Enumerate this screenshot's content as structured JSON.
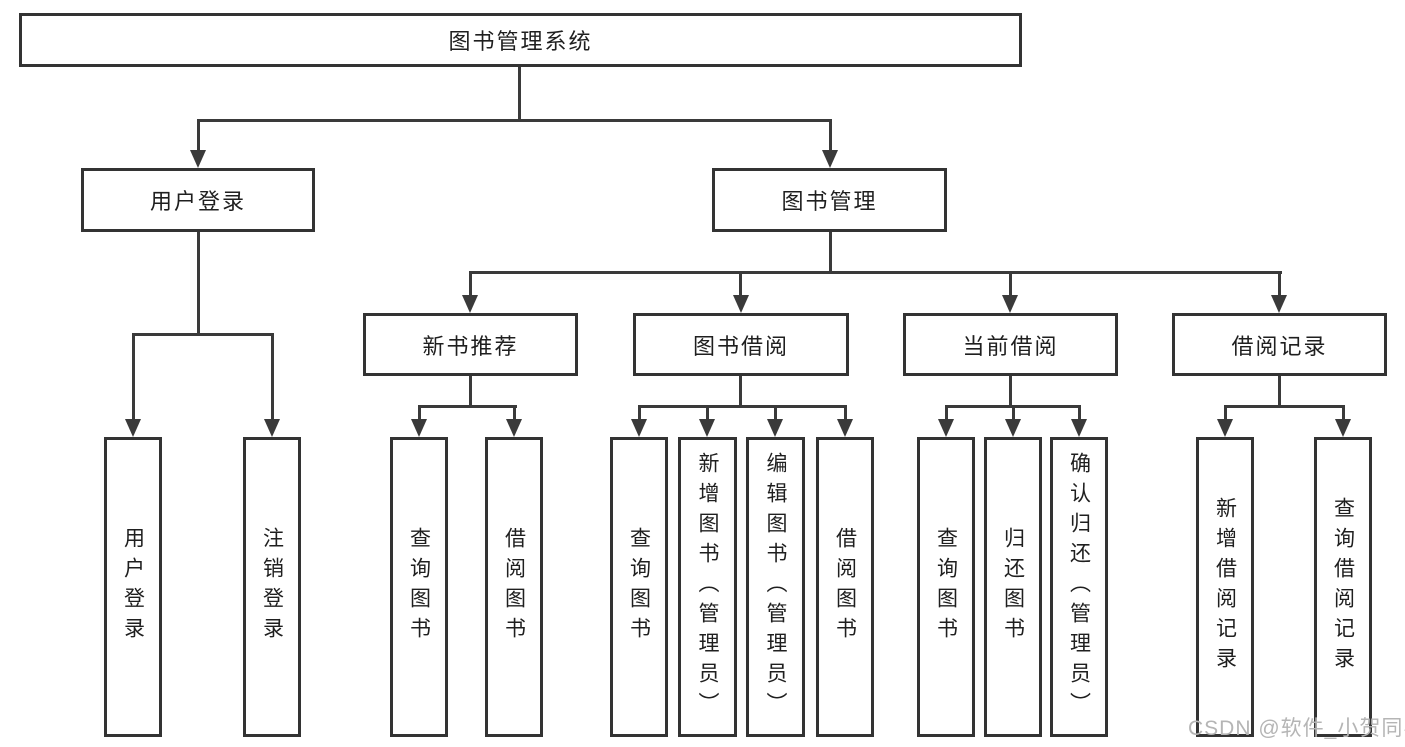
{
  "diagram": {
    "root": {
      "label": "图书管理系统"
    },
    "children": [
      {
        "label": "用户登录",
        "children": [
          {
            "label": "用户登录"
          },
          {
            "label": "注销登录"
          }
        ]
      },
      {
        "label": "图书管理",
        "children": [
          {
            "label": "新书推荐",
            "children": [
              {
                "label": "查询图书"
              },
              {
                "label": "借阅图书"
              }
            ]
          },
          {
            "label": "图书借阅",
            "children": [
              {
                "label": "查询图书"
              },
              {
                "label": "新增图书（管理员）"
              },
              {
                "label": "编辑图书（管理员）"
              },
              {
                "label": "借阅图书"
              }
            ]
          },
          {
            "label": "当前借阅",
            "children": [
              {
                "label": "查询图书"
              },
              {
                "label": "归还图书"
              },
              {
                "label": "确认归还（管理员）"
              }
            ]
          },
          {
            "label": "借阅记录",
            "children": [
              {
                "label": "新增借阅记录"
              },
              {
                "label": "查询借阅记录"
              }
            ]
          }
        ]
      }
    ]
  },
  "watermark": {
    "text": "CSDN @软件_小贺同学"
  }
}
